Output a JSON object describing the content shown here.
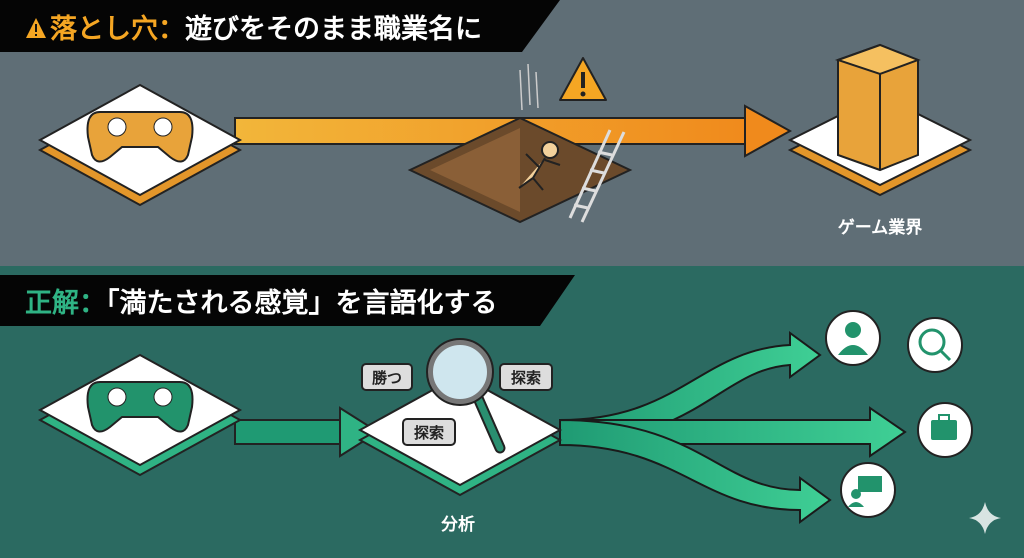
{
  "pitfall": {
    "prefix": "落とし穴：",
    "text": "遊びをそのまま職業名に",
    "warning_icon": "warning-triangle-icon",
    "destination_label": "ゲーム業界",
    "accent": "#f5a623"
  },
  "correct": {
    "prefix": "正解：",
    "text": "「満たされる感覚」を言語化する",
    "analysis_label": "分析",
    "bubbles": [
      "勝つ",
      "探索",
      "探索"
    ],
    "accent": "#2fb384"
  },
  "colors": {
    "top_bg": "#5f6e76",
    "bottom_bg": "#2b6a61"
  }
}
